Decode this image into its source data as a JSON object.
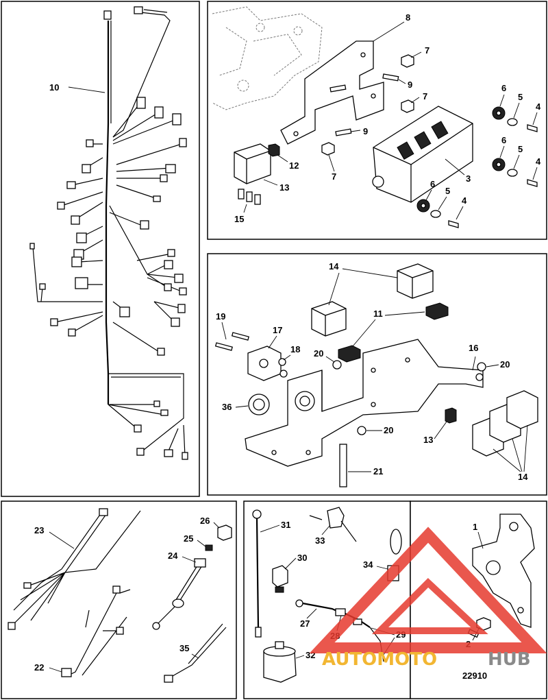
{
  "callouts": {
    "p1": "1",
    "p2": "2",
    "p3": "3",
    "p4a": "4",
    "p4b": "4",
    "p4c": "4",
    "p5a": "5",
    "p5b": "5",
    "p5c": "5",
    "p6a": "6",
    "p6b": "6",
    "p6c": "6",
    "p7a": "7",
    "p7b": "7",
    "p7c": "7",
    "p8": "8",
    "p9a": "9",
    "p9b": "9",
    "p10": "10",
    "p11": "11",
    "p12": "12",
    "p13a": "13",
    "p13b": "13",
    "p14a": "14",
    "p14b": "14",
    "p15": "15",
    "p16": "16",
    "p17": "17",
    "p18": "18",
    "p19": "19",
    "p20a": "20",
    "p20b": "20",
    "p20c": "20",
    "p21": "21",
    "p22": "22",
    "p23": "23",
    "p24": "24",
    "p25": "25",
    "p26": "26",
    "p27": "27",
    "p28": "28",
    "p29": "29",
    "p30": "30",
    "p31": "31",
    "p32": "32",
    "p33": "33",
    "p34": "34",
    "p35": "35",
    "p36": "36"
  },
  "figure_number": "22910",
  "watermark": {
    "text_a": "AUTOMOTO",
    "text_b": "HUB",
    "color_a": "#f2b632",
    "color_b": "#8a8a8a",
    "logo_color": "#e63a2e"
  }
}
